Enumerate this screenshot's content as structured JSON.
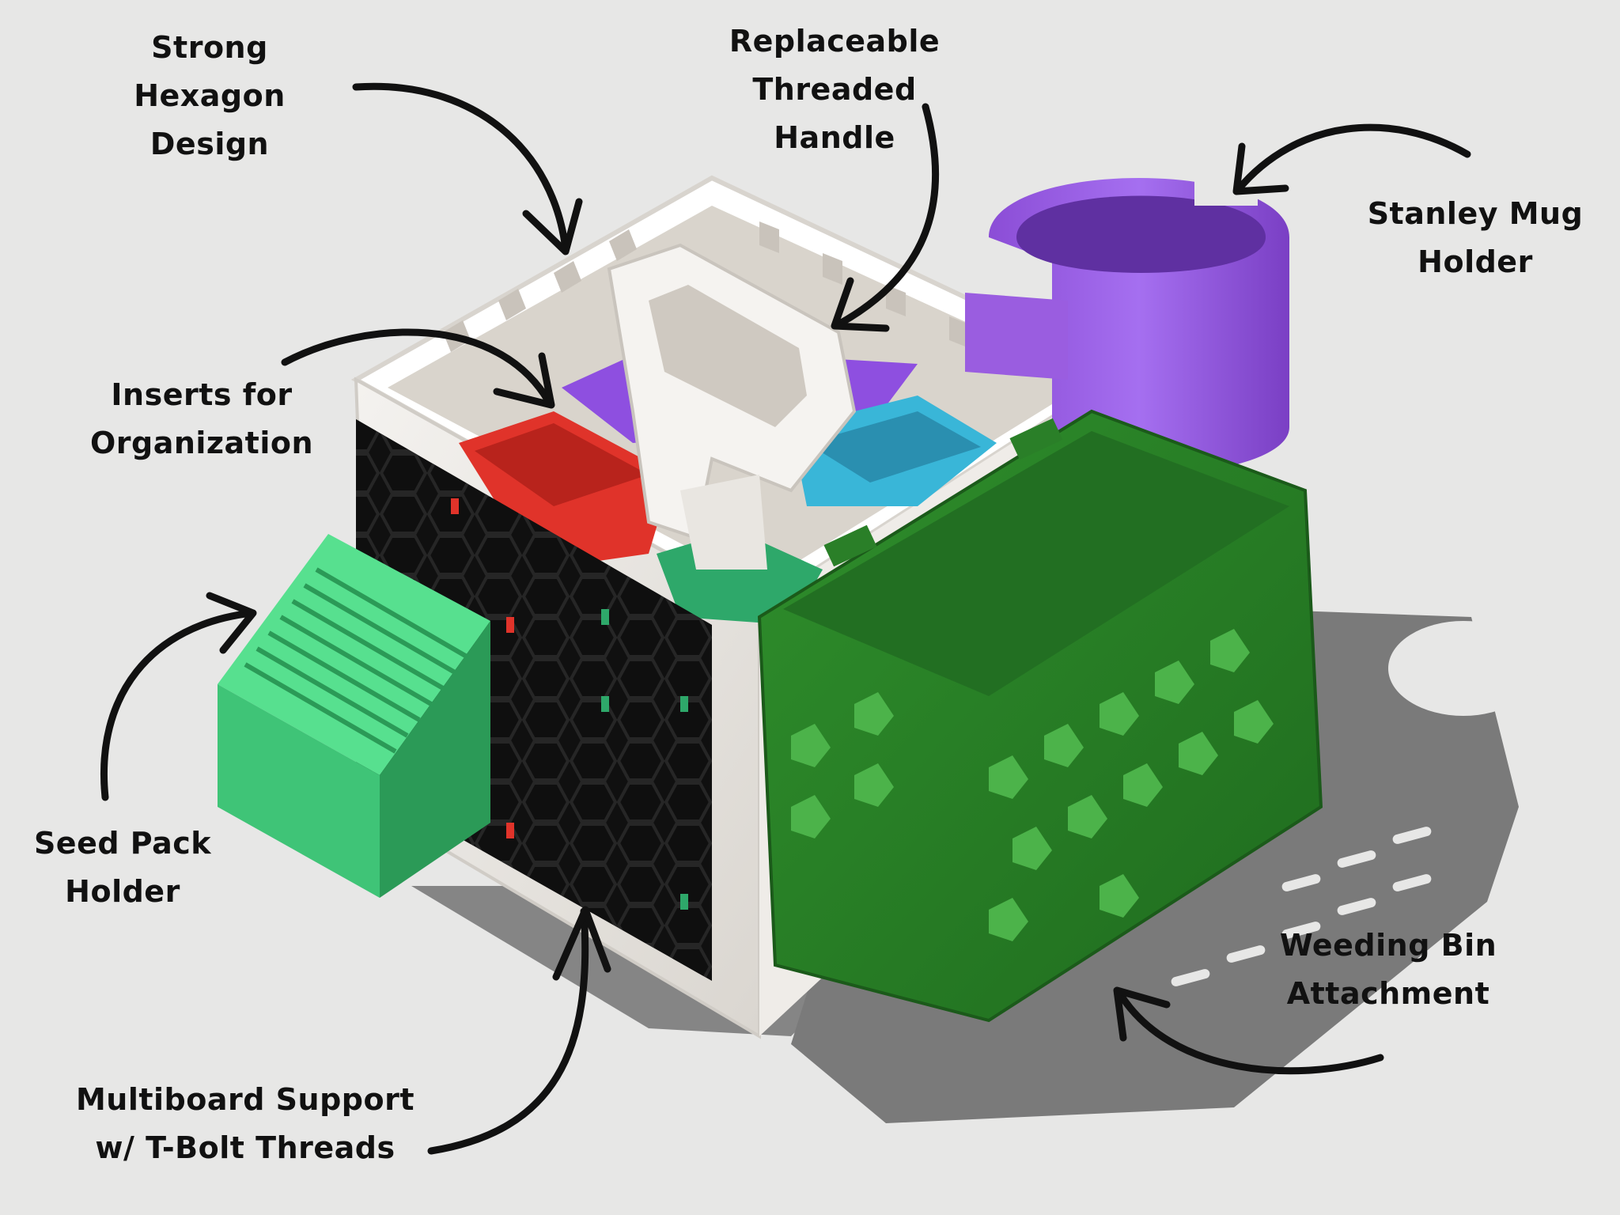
{
  "colors": {
    "background": "#e7e7e6",
    "basket": "#f2f0ed",
    "multiboard": "#161616",
    "mug_holder": "#9a5de0",
    "weeding_bin": "#2f8a2d",
    "seed_holder": "#38c06e",
    "insert_red": "#e0332a",
    "insert_cyan": "#39b6d8",
    "insert_purple": "#8e4fe0",
    "insert_green": "#2ea86a",
    "label_text": "#111111",
    "arrow": "#111111"
  },
  "callouts": [
    {
      "id": "hexagon",
      "lines": [
        "Strong",
        "Hexagon",
        "Design"
      ]
    },
    {
      "id": "handle",
      "lines": [
        "Replaceable",
        "Threaded",
        "Handle"
      ]
    },
    {
      "id": "mug",
      "lines": [
        "Stanley Mug",
        "Holder"
      ]
    },
    {
      "id": "inserts",
      "lines": [
        "Inserts for",
        "Organization"
      ]
    },
    {
      "id": "seed",
      "lines": [
        "Seed Pack",
        "Holder"
      ]
    },
    {
      "id": "weeding",
      "lines": [
        "Weeding Bin",
        "Attachment"
      ]
    },
    {
      "id": "multiboard",
      "lines": [
        "Multiboard Support",
        "w/ T-Bolt Threads"
      ]
    }
  ]
}
